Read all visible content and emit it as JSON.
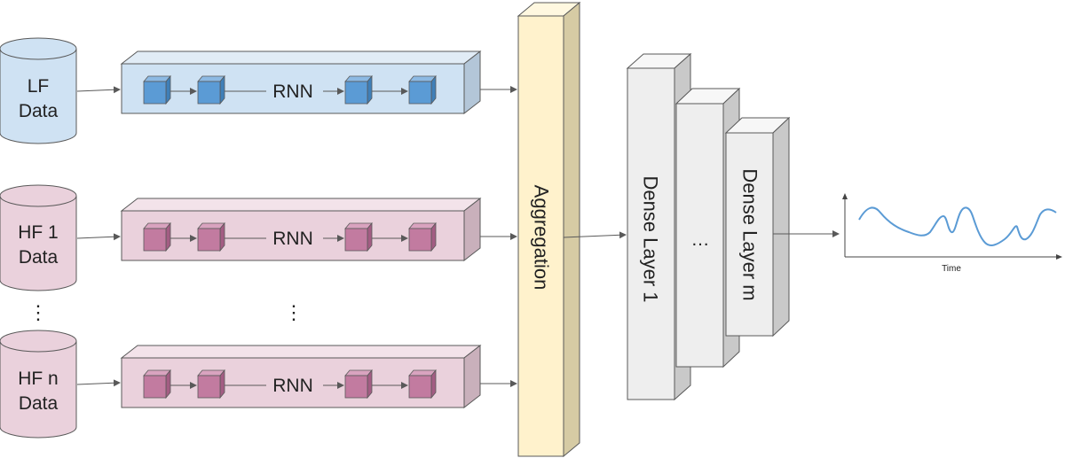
{
  "colors": {
    "lf_fill": "#cfe2f3",
    "lf_cube": "#5b9bd5",
    "hf_fill": "#ead1dc",
    "hf_cube": "#c27ba0",
    "aggregation_fill": "#fff2cc",
    "dense_fill": "#eeeeee",
    "line": "#595959",
    "series": "#5b9bd5"
  },
  "inputs": [
    {
      "line1": "LF",
      "line2": "Data"
    },
    {
      "line1": "HF 1",
      "line2": "Data"
    },
    {
      "line1": "HF n",
      "line2": "Data"
    }
  ],
  "rnn_label": "RNN",
  "ellipsis": "⋮",
  "aggregation_label": "Aggregation",
  "dense_layers": [
    {
      "label": "Dense Layer 1"
    },
    {
      "label": "…"
    },
    {
      "label": "Dense Layer m"
    }
  ],
  "output": {
    "xlabel": "Time"
  }
}
